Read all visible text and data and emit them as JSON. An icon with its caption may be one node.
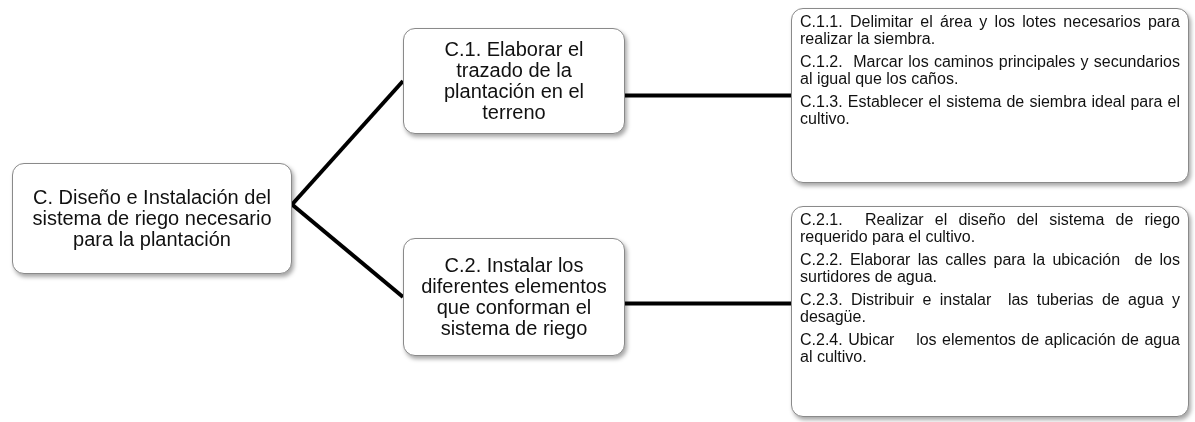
{
  "diagram": {
    "nodes": [
      {
        "text": [
          "C. Diseño e Instalación del sistema de riego necesario para la plantación"
        ]
      },
      {
        "text": [
          "C.1. Elaborar el trazado de la plantación en el terreno"
        ]
      },
      {
        "text": [
          "C.2. Instalar los diferentes elementos que conforman el sistema de riego"
        ]
      },
      {
        "text": [
          "C.1.1. Delimitar el área y los lotes necesarios para realizar la siembra.",
          "C.1.2.  Marcar los caminos principales y secundarios al igual que los caños.",
          "C.1.3. Establecer el sistema de siembra ideal para el cultivo."
        ]
      },
      {
        "text": [
          "C.2.1.  Realizar el diseño del sistema de riego requerido para el cultivo.",
          "C.2.2. Elaborar las calles para la ubicación  de los surtidores de agua.",
          "C.2.3. Distribuir e instalar  las tuberias de agua y desagüe.",
          "C.2.4. Ubicar    los elementos de aplicación de agua al cultivo."
        ]
      }
    ],
    "edges": [
      {
        "from": 0,
        "to": 1,
        "arrow": "none"
      },
      {
        "from": 0,
        "to": 2,
        "arrow": "none"
      },
      {
        "from": 1,
        "to": 3,
        "arrow": "none"
      },
      {
        "from": 2,
        "to": 4,
        "arrow": "none"
      }
    ]
  }
}
